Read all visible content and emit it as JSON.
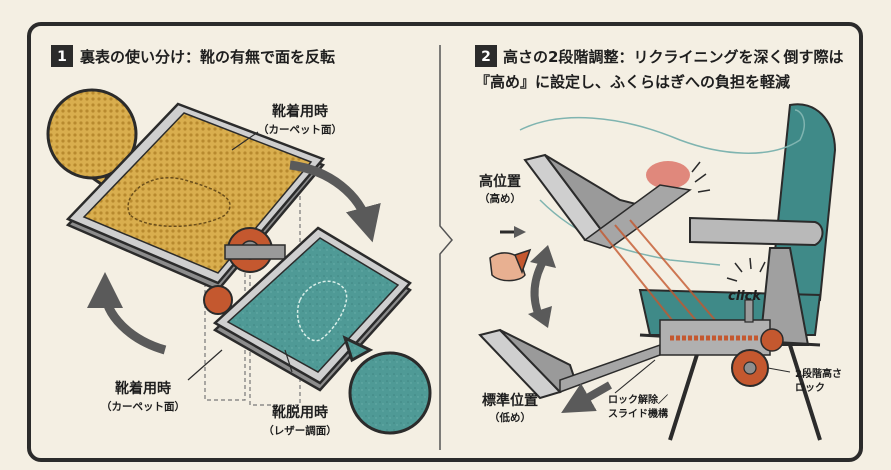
{
  "panel1": {
    "number": "1",
    "title": "裏表の使い分け：靴の有無で面を反転",
    "top_label": "靴着用時",
    "top_sub": "（カーペット面）",
    "left_label": "靴着用時",
    "left_sub": "（カーペット面）",
    "right_label": "靴脱用時",
    "right_sub": "（レザー調面）"
  },
  "panel2": {
    "number": "2",
    "title_line1": "高さの2段階調整：リクライニングを深く倒す際は",
    "title_line2": "『高め』に設定し、ふくらはぎへの負担を軽減",
    "high_label": "高位置",
    "high_sub": "（高め）",
    "std_label": "標準位置",
    "std_sub": "（低め）",
    "click_text": "click",
    "lock_release_line1": "ロック解除／",
    "lock_release_line2": "スライド機構",
    "lock2_line1": "2段階高さ",
    "lock2_line2": "ロック"
  },
  "colors": {
    "carpet": "#d9ae4e",
    "leather": "#4f9a96",
    "gear": "#c4582f",
    "seat": "#3f8a88",
    "outline": "#2b2b2b",
    "background": "#f4efe3"
  }
}
